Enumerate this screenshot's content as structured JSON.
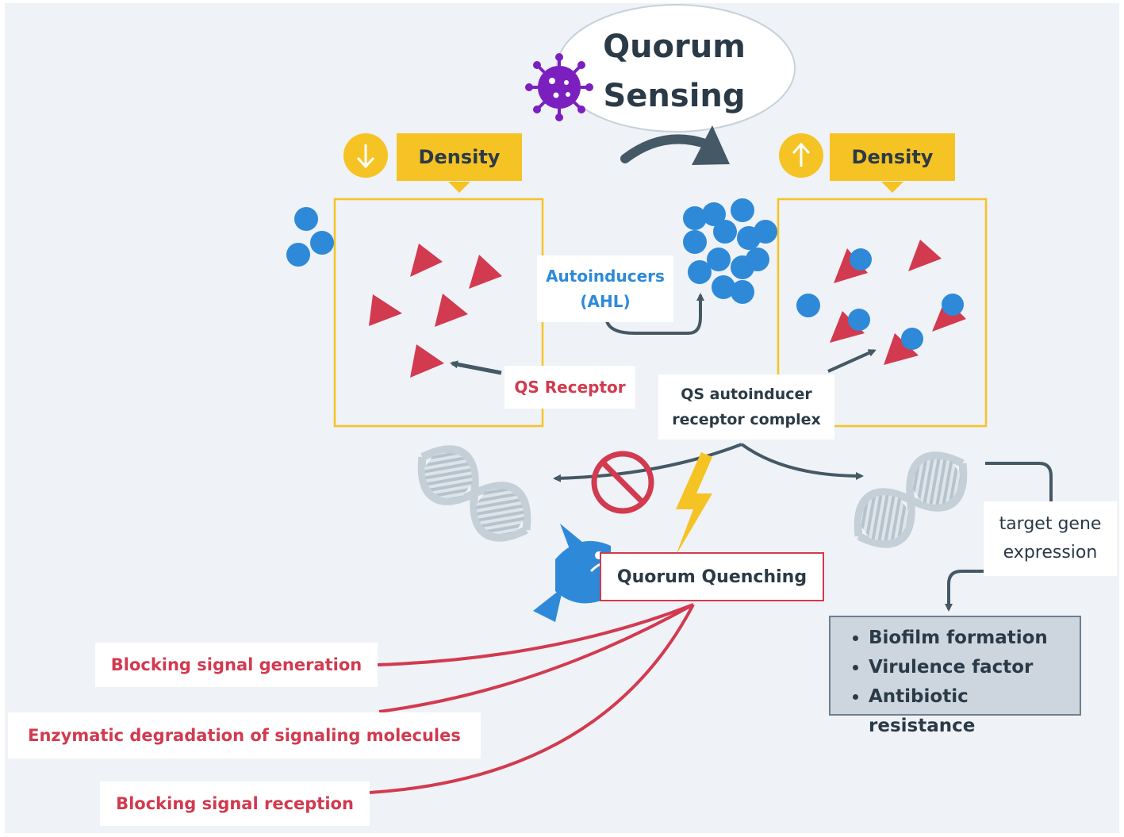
{
  "title": {
    "line1": "Quorum",
    "line2": "Sensing"
  },
  "density_low": {
    "label": "Density",
    "arrow": "down-arrow-icon"
  },
  "density_high": {
    "label": "Density",
    "arrow": "up-arrow-icon"
  },
  "labels": {
    "autoinducers_line1": "Autoinducers",
    "autoinducers_line2": "(AHL)",
    "qs_receptor": "QS Receptor",
    "complex_line1": "QS autoinducer",
    "complex_line2": "receptor complex",
    "target_line1": "target gene",
    "target_line2": "expression",
    "quenching": "Quorum Quenching"
  },
  "outcomes": [
    "Biofilm formation",
    "Virulence factor",
    "Antibiotic resistance"
  ],
  "strategies": [
    "Blocking signal generation",
    "Enzymatic degradation of signaling molecules",
    "Blocking signal reception"
  ],
  "icons": [
    "bacterium-icon",
    "fish-icon",
    "lightning-icon",
    "prohibited-icon",
    "dna-icon"
  ],
  "colors": {
    "background": "#eff2f6",
    "receptor": "#d23a4f",
    "autoinducer": "#2e8ad8",
    "density": "#f6c325",
    "bacterium": "#7b1fbf",
    "lightning": "#f6c325",
    "prohibited": "#d23a4f"
  }
}
